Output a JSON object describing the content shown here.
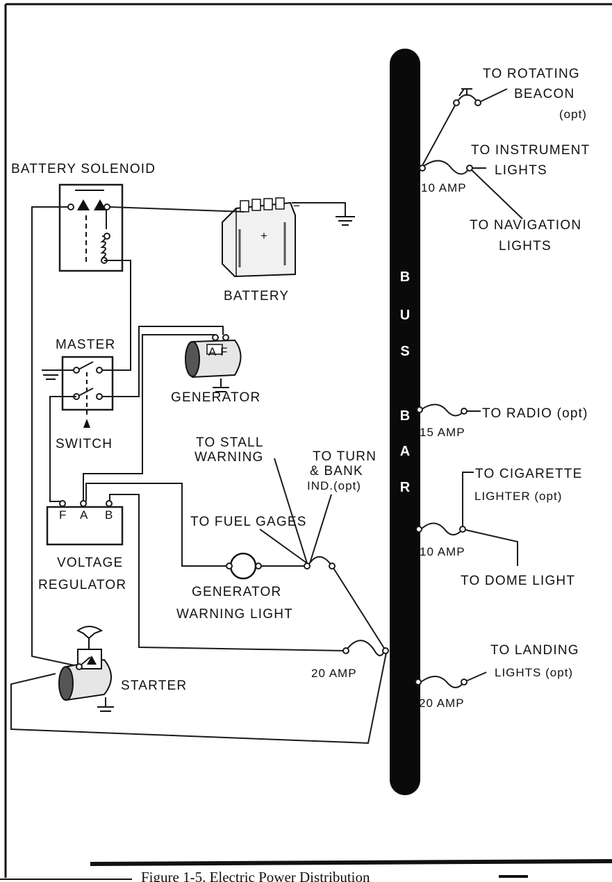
{
  "bus_bar": {
    "letters": [
      "B",
      "U",
      "S",
      "B",
      "A",
      "R"
    ]
  },
  "labels": {
    "rotating_beacon": [
      "TO ROTATING",
      "BEACON",
      "(opt)"
    ],
    "instrument_lights": [
      "TO INSTRUMENT",
      "LIGHTS"
    ],
    "navigation_lights": [
      "TO NAVIGATION",
      "LIGHTS"
    ],
    "radio": "TO RADIO (opt)",
    "cigarette_lighter": [
      "TO CIGARETTE",
      "LIGHTER (opt)"
    ],
    "dome_light": "TO DOME LIGHT",
    "landing_lights": [
      "TO LANDING",
      "LIGHTS (opt)"
    ],
    "battery_solenoid": "BATTERY SOLENOID",
    "battery": "BATTERY",
    "master": "MASTER",
    "switch": "SWITCH",
    "generator": "GENERATOR",
    "stall_warning": [
      "TO STALL",
      "WARNING"
    ],
    "turn_bank": [
      "TO TURN",
      "& BANK",
      "IND.(opt)"
    ],
    "fuel_gages": "TO FUEL GAGES",
    "voltage_regulator": [
      "VOLTAGE",
      "REGULATOR"
    ],
    "regulator_terminals": [
      "F",
      "A",
      "B"
    ],
    "generator_terminals": "A F",
    "generator_warning_light": [
      "GENERATOR",
      "WARNING LIGHT"
    ],
    "starter": "STARTER"
  },
  "fuses": {
    "instrument": "10 AMP",
    "radio": "15 AMP",
    "cigarette": "10 AMP",
    "generator_circuit": "20 AMP",
    "landing": "20 AMP"
  },
  "caption": "Figure 1-5.  Electric Power Distribution"
}
